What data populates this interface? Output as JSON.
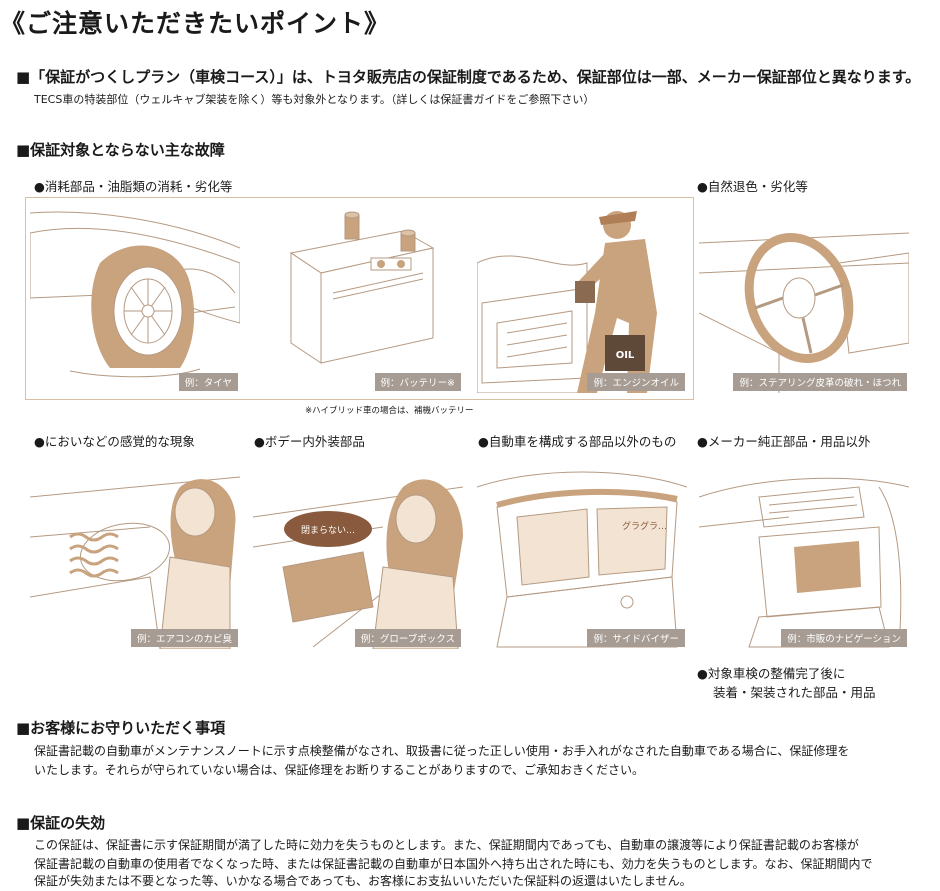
{
  "title": "《ご注意いただきたいポイント》",
  "section1": {
    "heading": "■「保証がつくしプラン（車検コース）」は、トヨタ販売店の保証制度であるため、保証部位は一部、メーカー保証部位と異なります。",
    "note": "TECS車の特装部位（ウェルキャブ架装を除く）等も対象外となります。（詳しくは保証書ガイドをご参照下さい）"
  },
  "section2": {
    "heading": "■保証対象とならない主な故障",
    "group1_label": "●消耗部品・油脂類の消耗・劣化等",
    "group2_label": "●自然退色・劣化等",
    "captions": {
      "tire": "例：タイヤ",
      "battery": "例：バッテリー※",
      "oil": "例：エンジンオイル",
      "steering": "例：ステアリング皮革の破れ・ほつれ",
      "aircon": "例：エアコンのカビ臭",
      "glovebox": "例：グローブボックス",
      "visor": "例：サイドバイザー",
      "navi": "例：市販のナビゲーション"
    },
    "oil_can_text": "OIL",
    "bubble_text": "閉まらない…",
    "rattle_text": "グラグラ…",
    "hybrid_note": "※ハイブリッド車の場合は、補機バッテリー",
    "row2_labels": {
      "smell": "●においなどの感覚的な現象",
      "body": "●ボデー内外装部品",
      "nonpart": "●自動車を構成する部品以外のもの",
      "genuine": "●メーカー純正部品・用品以外"
    },
    "after_inspection_line1": "●対象車検の整備完了後に",
    "after_inspection_line2": "装着・架装された部品・用品"
  },
  "section3": {
    "heading": "■お客様にお守りいただく事項",
    "line1": "保証書記載の自動車がメンテナンスノートに示す点検整備がなされ、取扱書に従った正しい使用・お手入れがなされた自動車である場合に、保証修理を",
    "line2": "いたします。それらが守られていない場合は、保証修理をお断りすることがありますので、ご承知おきください。"
  },
  "section4": {
    "heading": "■保証の失効",
    "line1": "この保証は、保証書に示す保証期間が満了した時に効力を失うものとします。また、保証期間内であっても、自動車の譲渡等により保証書記載のお客様が",
    "line2": "保証書記載の自動車の使用者でなくなった時、または保証書記載の自動車が日本国外へ持ち出された時にも、効力を失うものとします。なお、保証期間内で",
    "line3": "保証が失効または不要となった等、いかなる場合であっても、お客様にお支払いいただいた保証料の返還はいたしません。"
  },
  "colors": {
    "accent": "#c9a27e",
    "frame": "#d6bfa3",
    "caption_bg": "#a79c93",
    "line_art": "#b59a82"
  }
}
